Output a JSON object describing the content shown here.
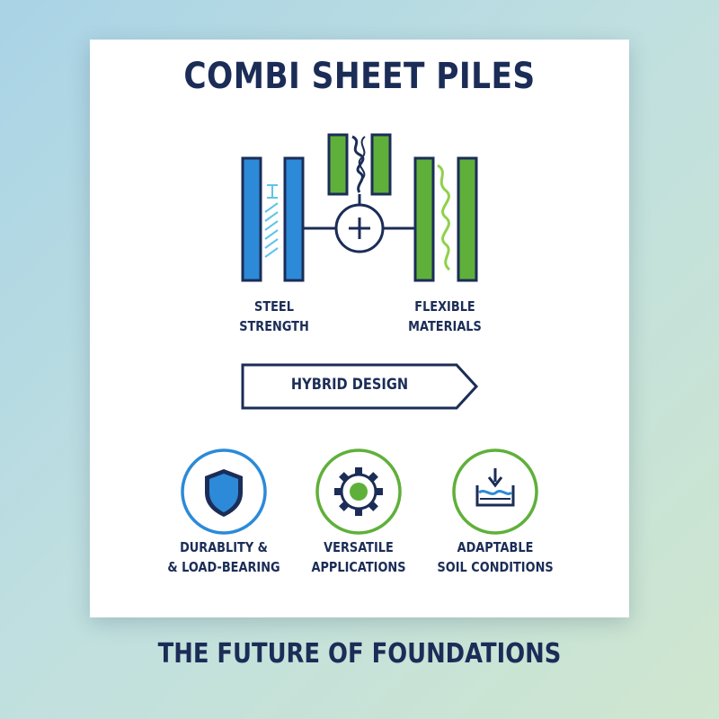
{
  "title": "COMBI SHEET PILES",
  "components": [
    {
      "line1": "STEEL",
      "line2": "STRENGTH",
      "color": "#2c8ad8"
    },
    {
      "line1": "FLEXIBLE",
      "line2": "MATERIALS",
      "color": "#5fb03a"
    }
  ],
  "combine_icon": "plus-in-circle-icon",
  "hybrid_label": "HYBRID DESIGN",
  "benefits": [
    {
      "icon": "shield-icon",
      "line1": "DURABLITY &",
      "line2": "& LOAD-BEARING",
      "color": "#2c8ad8"
    },
    {
      "icon": "gear-icon",
      "line1": "VERSATILE",
      "line2": "APPLICATIONS",
      "color": "#5fb03a"
    },
    {
      "icon": "soil-download-icon",
      "line1": "ADAPTABLE",
      "line2": "SOIL CONDITIONS",
      "color": "#5fb03a"
    }
  ],
  "footer": "THE FUTURE OF FOUNDATIONS",
  "colors": {
    "navy": "#1b2d57",
    "steel_blue": "#2c8ad8",
    "green": "#5fb03a",
    "light_blue": "#5fc4ea"
  }
}
